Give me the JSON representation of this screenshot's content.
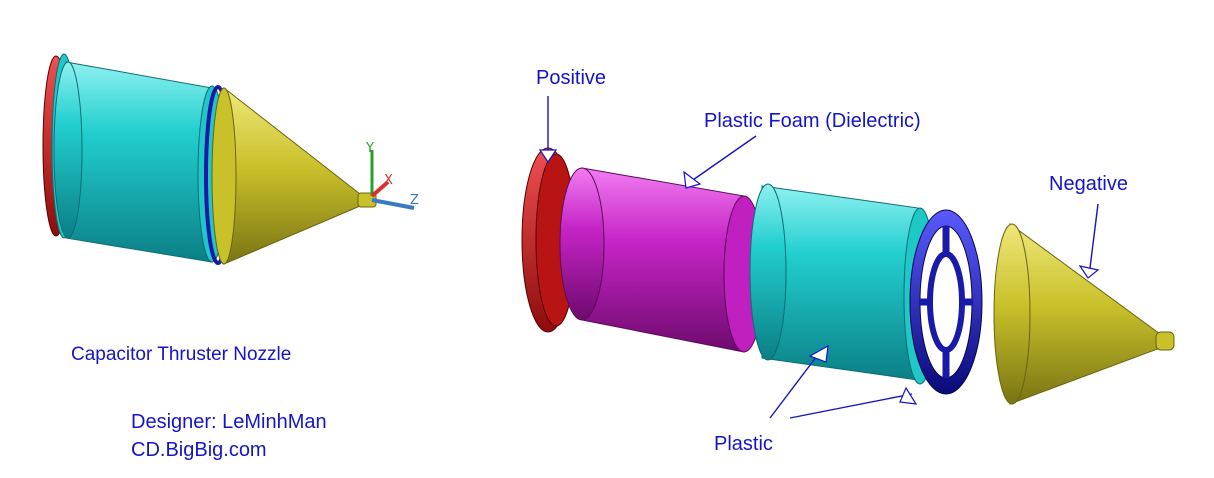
{
  "labels": {
    "positive": "Positive",
    "plastic_foam": "Plastic Foam (Dielectric)",
    "negative": "Negative",
    "plastic": "Plastic",
    "title": "Capacitor Thruster Nozzle",
    "designer": "Designer: LeMinhMan",
    "website": "CD.BigBig.com"
  },
  "axes": {
    "y": "Y",
    "x": "X",
    "z": "Z"
  },
  "colors": {
    "label_text": "#1515c8",
    "cyan_body": "#1fc7c7",
    "yellow_cone": "#c9c32a",
    "red_flange": "#cc1a1a",
    "magenta_foam": "#c626c6",
    "blue_ring": "#1a1aa8",
    "axis_y": "#2aa02a",
    "axis_x": "#d83030",
    "axis_z": "#3a78c8"
  }
}
